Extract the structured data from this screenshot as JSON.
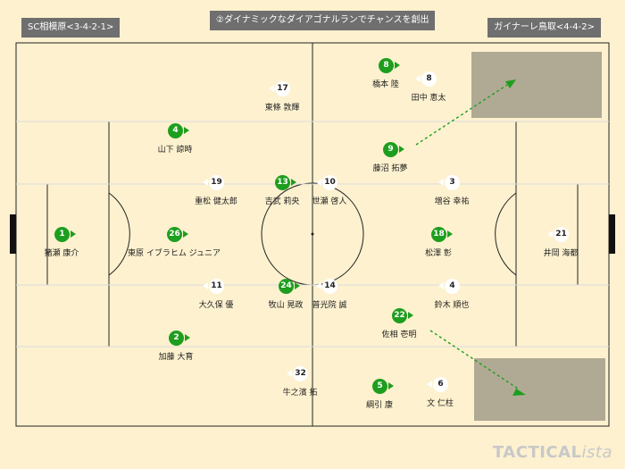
{
  "title": "②ダイナミックなダイアゴナルランでチャンスを創出",
  "home_team": "SC相模原<3-4-2-1>",
  "away_team": "ガイナーレ鳥取<4-4-2>",
  "watermark": {
    "brand": "TACTICAL",
    "suffix": "ista"
  },
  "colors": {
    "home": "#1e9e1e",
    "away": "#ffffff",
    "pitch": "#fdf1cf",
    "arrow": "#1e9e1e"
  },
  "home_players": [
    {
      "number": "1",
      "name": "猪瀬 康介"
    },
    {
      "number": "4",
      "name": "山下 諒時"
    },
    {
      "number": "26",
      "name": "東原 イブラヒム ジュニア"
    },
    {
      "number": "2",
      "name": "加藤 大育"
    },
    {
      "number": "13",
      "name": "吉武 莉央"
    },
    {
      "number": "24",
      "name": "牧山 晃政"
    },
    {
      "number": "8",
      "name": "橋本 陸"
    },
    {
      "number": "9",
      "name": "藤沼 拓夢"
    },
    {
      "number": "18",
      "name": "松澤 彰"
    },
    {
      "number": "22",
      "name": "佐相 壱明"
    },
    {
      "number": "5",
      "name": "綱引 康"
    }
  ],
  "away_players": [
    {
      "number": "21",
      "name": "井岡 海都"
    },
    {
      "number": "3",
      "name": "増谷 幸祐"
    },
    {
      "number": "4",
      "name": "鈴木 順也"
    },
    {
      "number": "10",
      "name": "世瀬 啓人"
    },
    {
      "number": "14",
      "name": "普光院 誠"
    },
    {
      "number": "8",
      "name": "田中 恵太"
    },
    {
      "number": "6",
      "name": "文 仁柱"
    },
    {
      "number": "19",
      "name": "重松 健太郎"
    },
    {
      "number": "11",
      "name": "大久保 優"
    },
    {
      "number": "17",
      "name": "東條 敦輝"
    },
    {
      "number": "32",
      "name": "牛之濱 拓"
    }
  ]
}
